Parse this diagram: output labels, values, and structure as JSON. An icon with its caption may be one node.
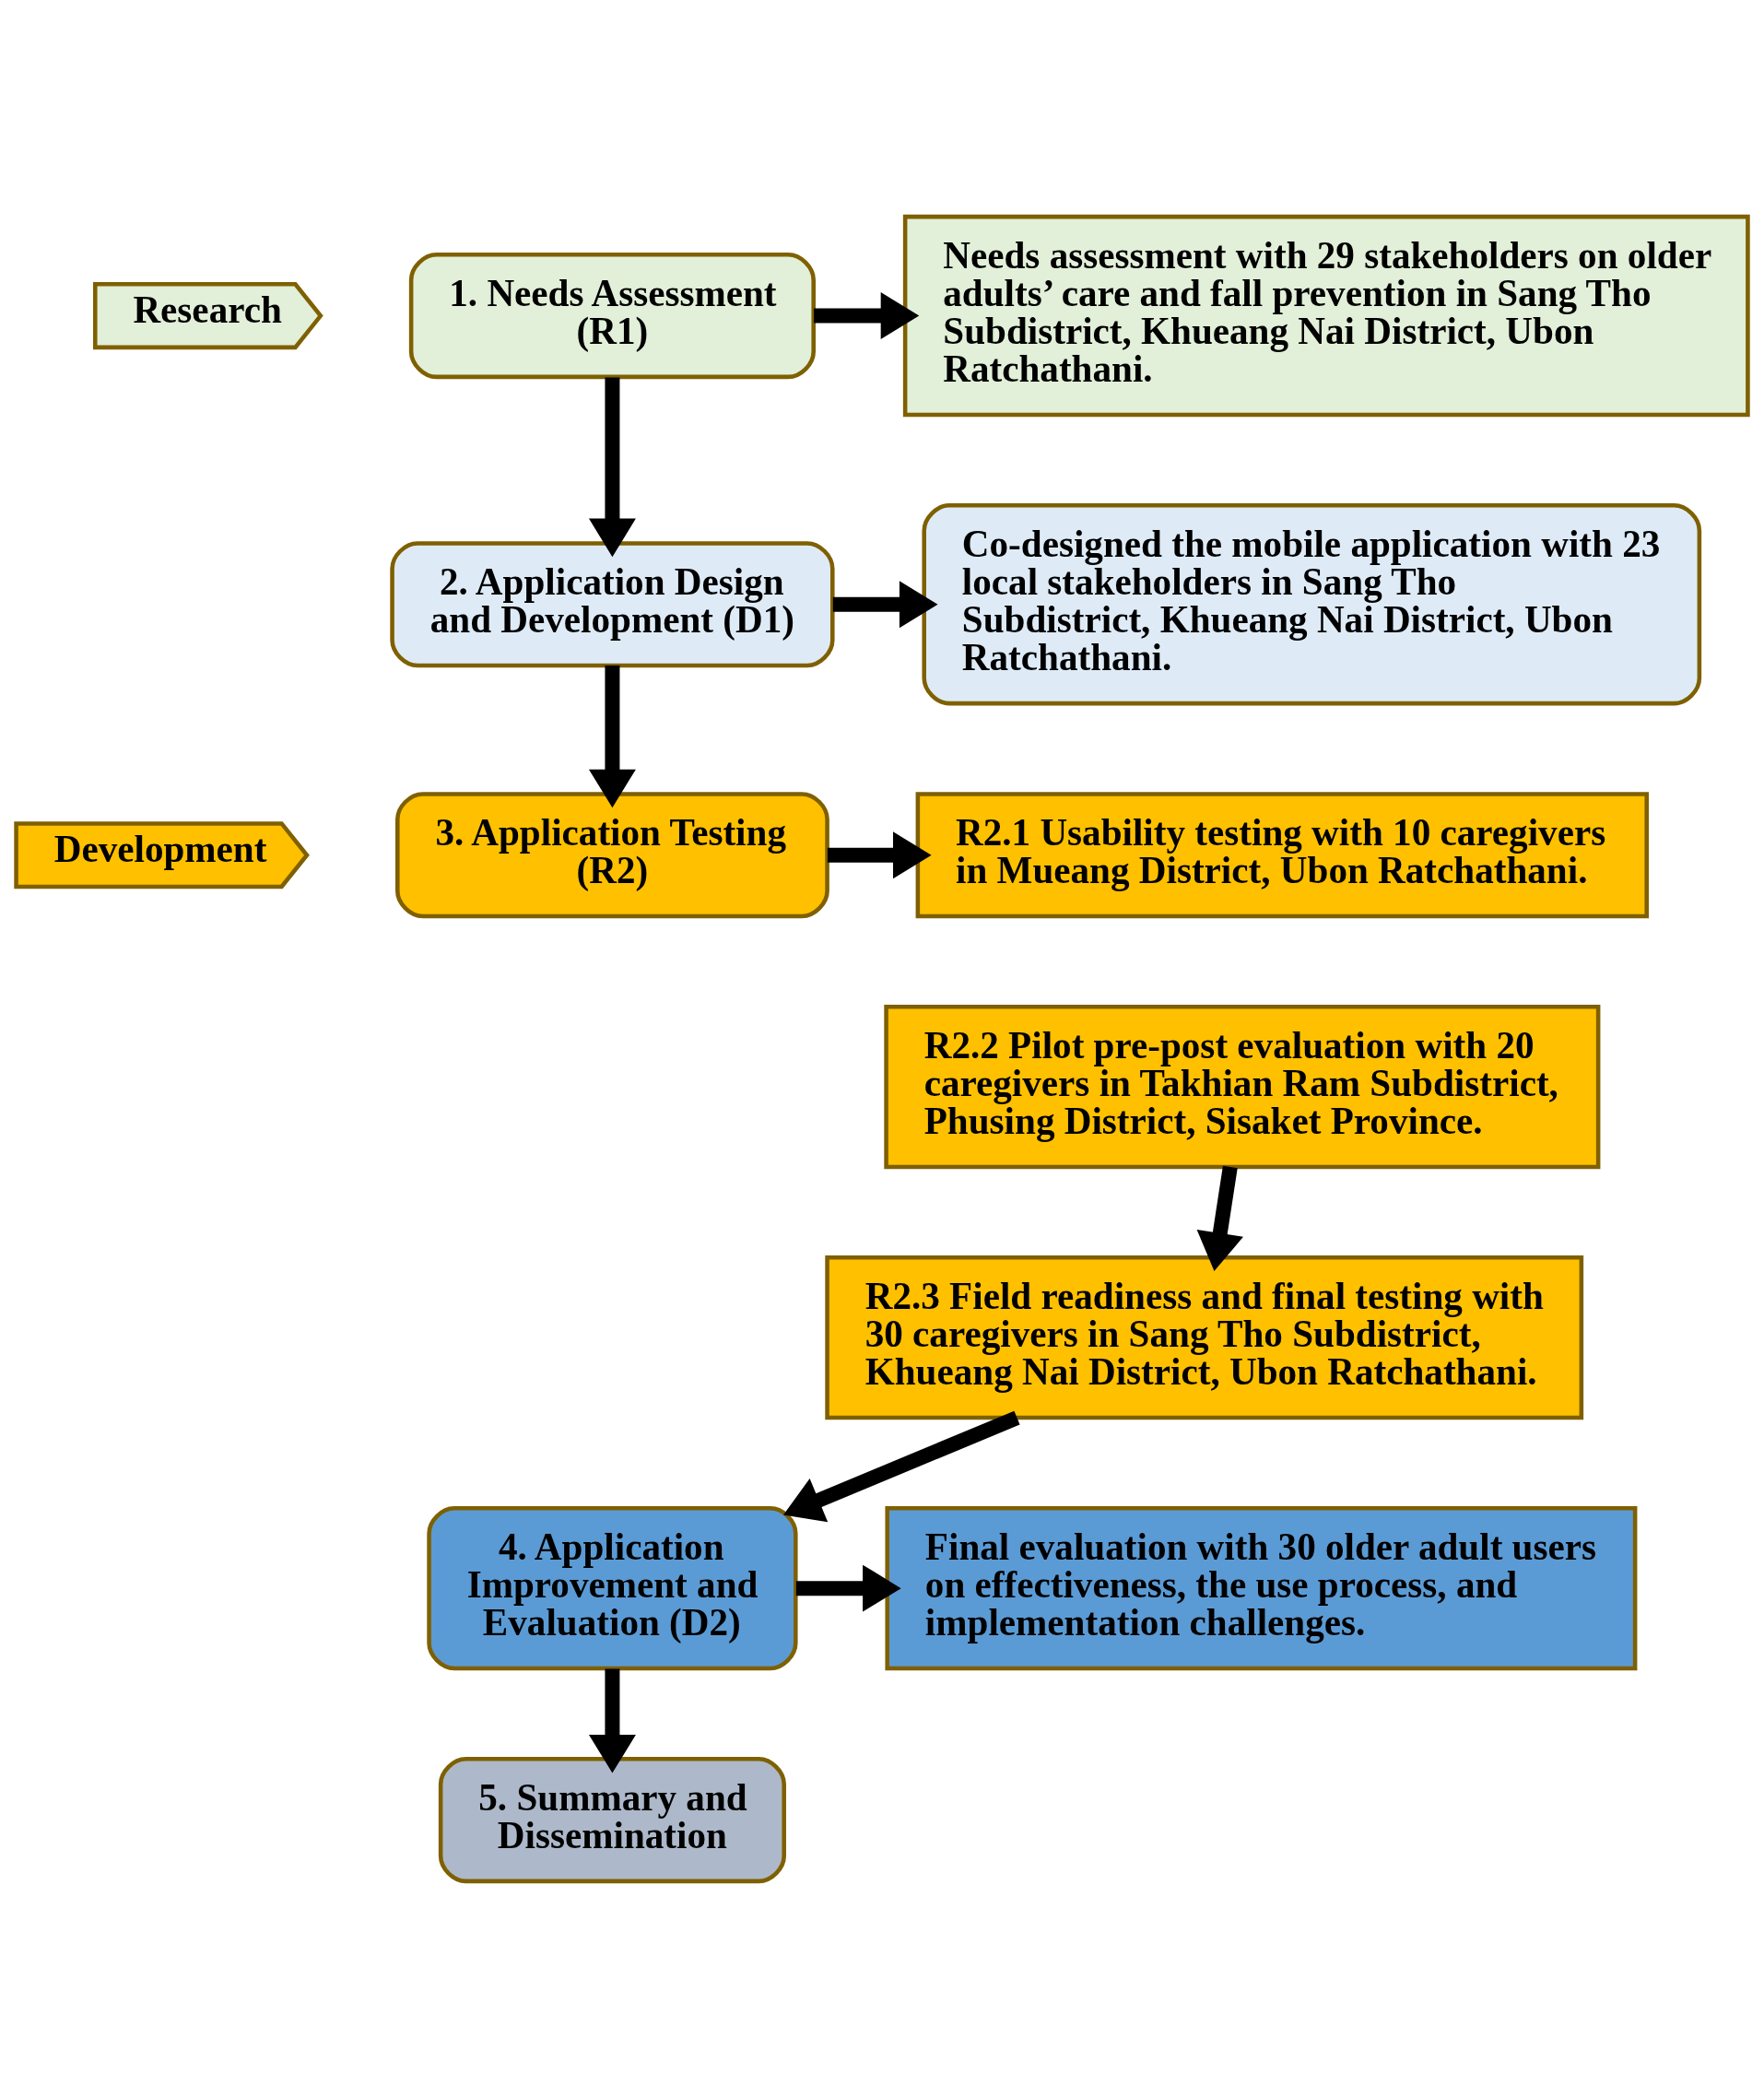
{
  "diagram": {
    "nodes": [
      {
        "text": [
          "Research"
        ]
      },
      {
        "text": [
          "1. Needs Assessment (R1)"
        ]
      },
      {
        "text": [
          "Needs assessment with 29 stakeholders on older adults’ care and fall prevention in Sang Tho Subdistrict, Khueang Nai District, Ubon Ratchathani."
        ]
      },
      {
        "text": [
          "2. Application Design and Development (D1)"
        ]
      },
      {
        "text": [
          "Co-designed the mobile application with 23 local stakeholders in Sang Tho Subdistrict, Khueang Nai District, Ubon Ratchathani."
        ]
      },
      {
        "text": [
          "Development"
        ]
      },
      {
        "text": [
          "3. Application Testing (R2)"
        ]
      },
      {
        "text": [
          "R2.1 Usability testing with 10 caregivers in Mueang District, Ubon Ratchathani."
        ]
      },
      {
        "text": [
          "R2.2 Pilot pre-post evaluation with 20 caregivers in Takhian Ram Subdistrict, Phusing District, Sisaket Province."
        ]
      },
      {
        "text": [
          "R2.3 Field readiness and final testing with 30 caregivers in Sang Tho Subdistrict, Khueang Nai District, Ubon Ratchathani."
        ]
      },
      {
        "text": [
          "4. Application Improvement and Evaluation (D2)"
        ]
      },
      {
        "text": [
          "Final evaluation with 30 older adult users on effectiveness, the use process, and implementation challenges."
        ]
      },
      {
        "text": [
          "5. Summary and Dissemination"
        ]
      }
    ],
    "edges": [
      {
        "from": 1,
        "to": 2,
        "arrow": "to"
      },
      {
        "from": 1,
        "to": 3,
        "arrow": "to"
      },
      {
        "from": 3,
        "to": 4,
        "arrow": "to"
      },
      {
        "from": 3,
        "to": 6,
        "arrow": "to"
      },
      {
        "from": 6,
        "to": 7,
        "arrow": "to"
      },
      {
        "from": 8,
        "to": 9,
        "arrow": "to"
      },
      {
        "from": 9,
        "to": 10,
        "arrow": "to"
      },
      {
        "from": 10,
        "to": 11,
        "arrow": "to"
      },
      {
        "from": 10,
        "to": 12,
        "arrow": "to"
      }
    ]
  }
}
